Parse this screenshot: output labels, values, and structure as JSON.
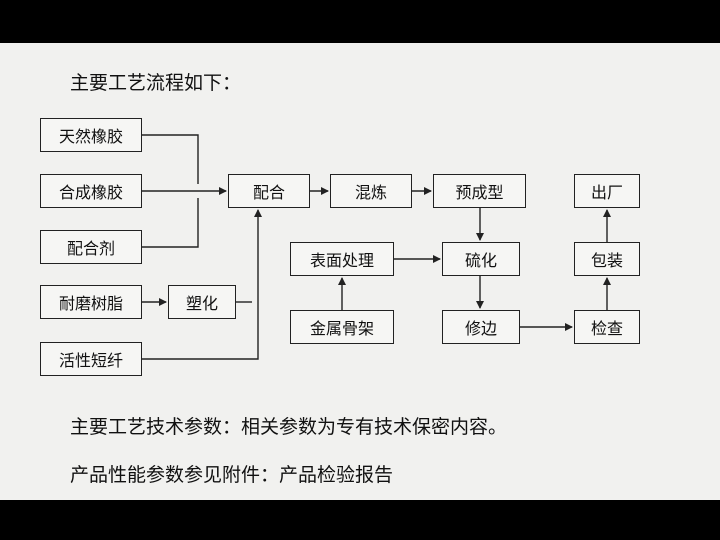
{
  "text": {
    "heading_flow": "主要工艺流程如下：",
    "heading_params": "主要工艺技术参数：相关参数为专有技术保密内容。",
    "heading_report": "产品性能参数参见附件：产品检验报告"
  },
  "boxes": {
    "natural_rubber": "天然橡胶",
    "synthetic_rubber": "合成橡胶",
    "compounding_agent": "配合剂",
    "wear_resin": "耐磨树脂",
    "active_fiber": "活性短纤",
    "plasticize": "塑化",
    "compound": "配合",
    "mixing": "混炼",
    "preforming": "预成型",
    "surface_treatment": "表面处理",
    "metal_skeleton": "金属骨架",
    "vulcanization": "硫化",
    "trimming": "修边",
    "inspection": "检查",
    "packaging": "包装",
    "factory_out": "出厂"
  }
}
